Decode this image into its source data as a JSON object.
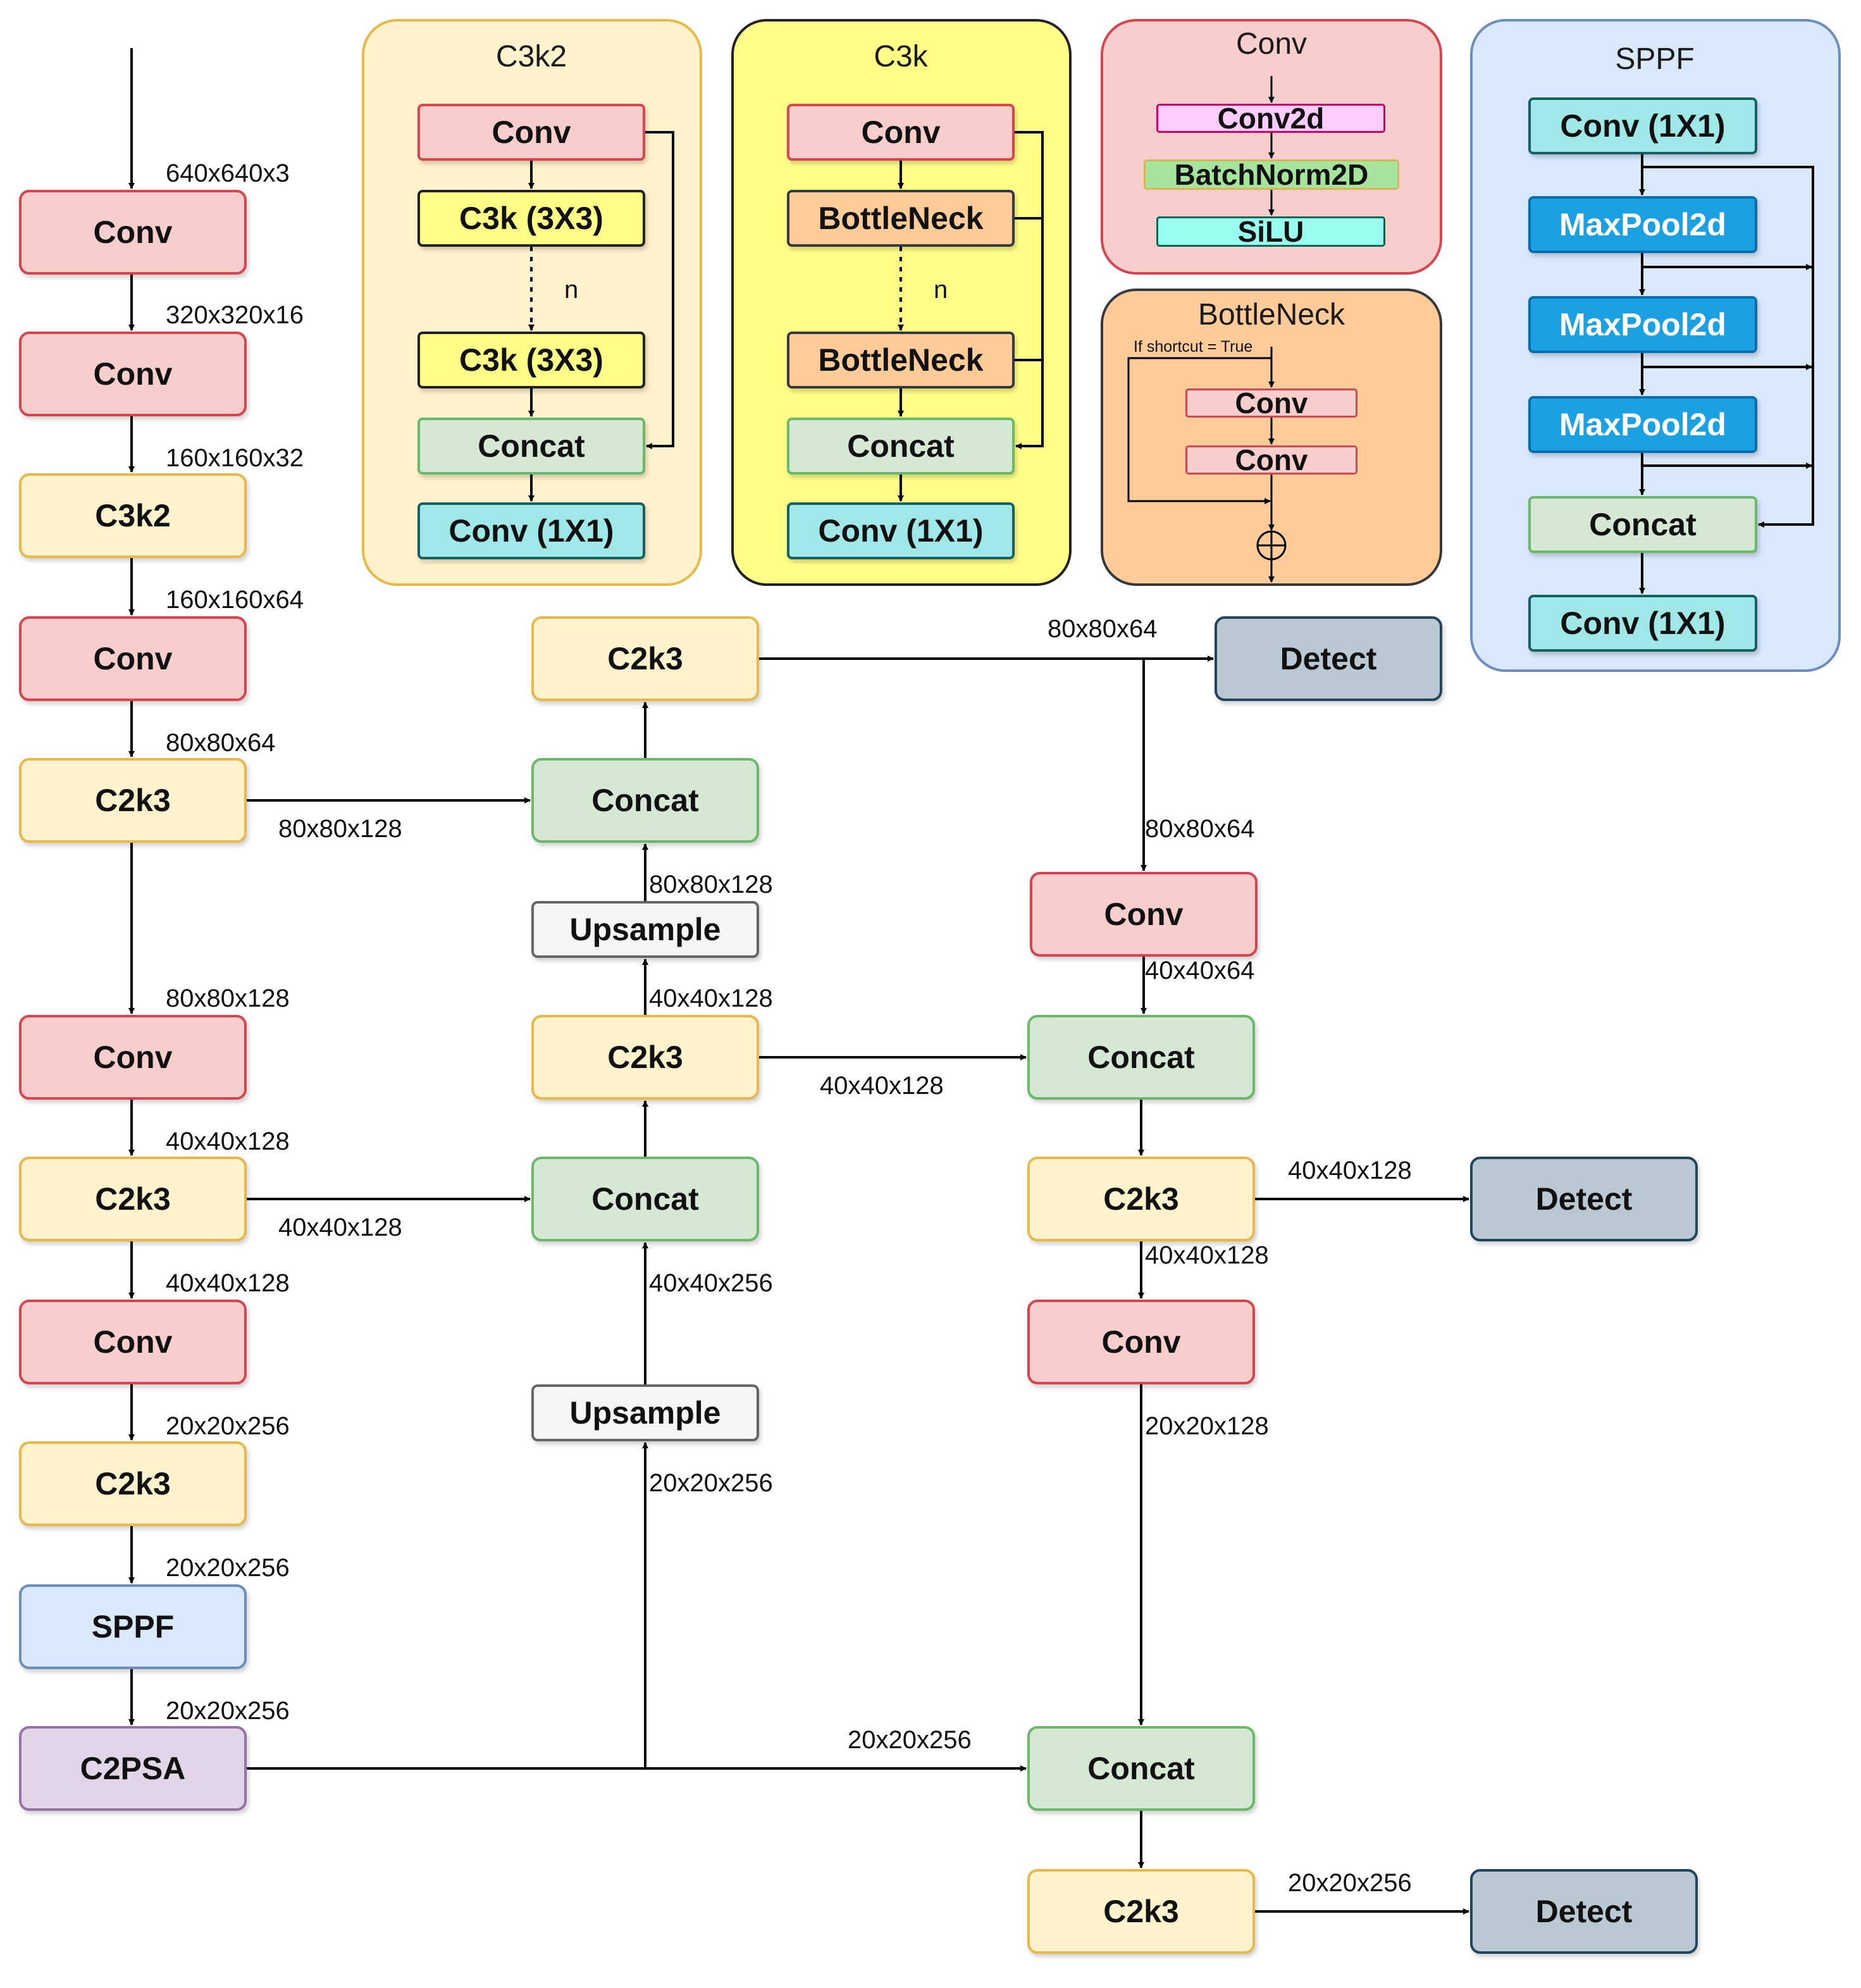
{
  "colors": {
    "conv": "#f8cecc",
    "conv_border": "#d64550",
    "c2k3": "#fff2cc",
    "c2k3_border": "#e8b94a",
    "concat": "#d5e8d4",
    "concat_border": "#6cb86a",
    "upsample": "#f5f5f5",
    "upsample_border": "#666666",
    "detect": "#bac8d3",
    "detect_border": "#23445d",
    "sppf": "#dae8fc",
    "sppf_border": "#6c8ebf",
    "c2psa": "#e1d5e7",
    "c2psa_border": "#9673a6",
    "c3k": "#ffff88",
    "c3k_border": "#222222",
    "bottleneck": "#ffcc99",
    "bottleneck_border": "#36393d",
    "conv1x1": "#a0e8e8",
    "conv1x1_border": "#156060",
    "maxpool": "#1ba1e2",
    "maxpool_border": "#006eaf",
    "conv2d": "#ffccff",
    "conv2d_border": "#cc0066",
    "batchnorm": "#a6e39d",
    "batchnorm_border": "#d6b656",
    "silu": "#99ffee",
    "silu_border": "#006655"
  },
  "backbone": {
    "conv1": "Conv",
    "conv2": "Conv",
    "c3k2": "C3k2",
    "conv3": "Conv",
    "c2k3_1": "C2k3",
    "conv4": "Conv",
    "c2k3_2": "C2k3",
    "conv5": "Conv",
    "c2k3_3": "C2k3",
    "sppf": "SPPF",
    "c2psa": "C2PSA",
    "labels": {
      "in": "640x640x3",
      "l1": "320x320x16",
      "l2": "160x160x32",
      "l3": "160x160x64",
      "l4": "80x80x64",
      "l5": "80x80x128",
      "l6": "40x40x128",
      "l7": "40x40x128",
      "l8": "20x20x256",
      "l9": "20x20x256",
      "l10": "20x20x256"
    }
  },
  "neck": {
    "upsample_low": "Upsample",
    "concat_mid": "Concat",
    "c2k3_mid": "C2k3",
    "upsample_up": "Upsample",
    "concat_top": "Concat",
    "c2k3_top": "C2k3",
    "labels": {
      "skip_p4": "40x40x128",
      "skip_p3": "80x80x128",
      "up_in": "20x20x256",
      "concat_in": "40x40x256",
      "up2_in": "40x40x128",
      "concat2_in": "80x80x128"
    }
  },
  "head": {
    "conv_a": "Conv",
    "concat_a": "Concat",
    "c2k3_a": "C2k3",
    "conv_b": "Conv",
    "concat_b": "Concat",
    "c2k3_b": "C2k3",
    "detect_1": "Detect",
    "detect_2": "Detect",
    "detect_3": "Detect",
    "labels": {
      "det1": "80x80x64",
      "down1": "80x80x64",
      "conv_a_out": "40x40x64",
      "lat": "40x40x128",
      "det2": "40x40x128",
      "down2": "40x40x128",
      "conv_b_out": "20x20x128",
      "psa_lat": "20x20x256",
      "det3": "20x20x256"
    }
  },
  "panel_c3k2": {
    "title": "C3k2",
    "conv": "Conv",
    "c3k_a": "C3k (3X3)",
    "n": "n",
    "c3k_b": "C3k (3X3)",
    "concat": "Concat",
    "conv1x1": "Conv (1X1)"
  },
  "panel_c3k": {
    "title": "C3k",
    "conv": "Conv",
    "bn_a": "BottleNeck",
    "n": "n",
    "bn_b": "BottleNeck",
    "concat": "Concat",
    "conv1x1": "Conv (1X1)"
  },
  "panel_conv": {
    "title": "Conv",
    "conv2d": "Conv2d",
    "batchnorm": "BatchNorm2D",
    "silu": "SiLU"
  },
  "panel_bottleneck": {
    "title": "BottleNeck",
    "shortcut": "If shortcut = True",
    "conv_a": "Conv",
    "conv_b": "Conv"
  },
  "panel_sppf": {
    "title": "SPPF",
    "conv_in": "Conv (1X1)",
    "pool_1": "MaxPool2d",
    "pool_2": "MaxPool2d",
    "pool_3": "MaxPool2d",
    "concat": "Concat",
    "conv_out": "Conv (1X1)"
  }
}
